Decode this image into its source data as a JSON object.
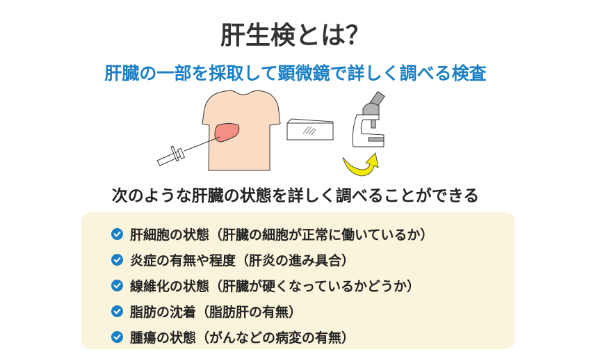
{
  "title": "肝生検とは？",
  "subtitle": "肝臓の一部を採取して顕微鏡で詳しく調べる検査",
  "illustration": {
    "icons": [
      "torso-with-liver-icon",
      "biopsy-needle-icon",
      "glass-slide-icon",
      "microscope-icon",
      "curved-arrow-icon"
    ],
    "colors": {
      "skin": "#fadcc4",
      "liver": "#f58f84",
      "arrow": "#f5ea00",
      "microscope": "#b4b4b4"
    }
  },
  "heading": "次のような肝臓の状態を詳しく調べることができる",
  "items": [
    {
      "label": "肝細胞の状態（肝臓の細胞が正常に働いているか）"
    },
    {
      "label": "炎症の有無や程度（肝炎の進み具合）"
    },
    {
      "label": "線維化の状態（肝臓が硬くなっているかどうか）"
    },
    {
      "label": "脂肪の沈着（脂肪肝の有無）"
    },
    {
      "label": "腫瘍の状態（がんなどの病変の有無）"
    }
  ],
  "colors": {
    "accent": "#1a7fc4",
    "box_bg": "#fbf4dc",
    "text": "#333333"
  }
}
